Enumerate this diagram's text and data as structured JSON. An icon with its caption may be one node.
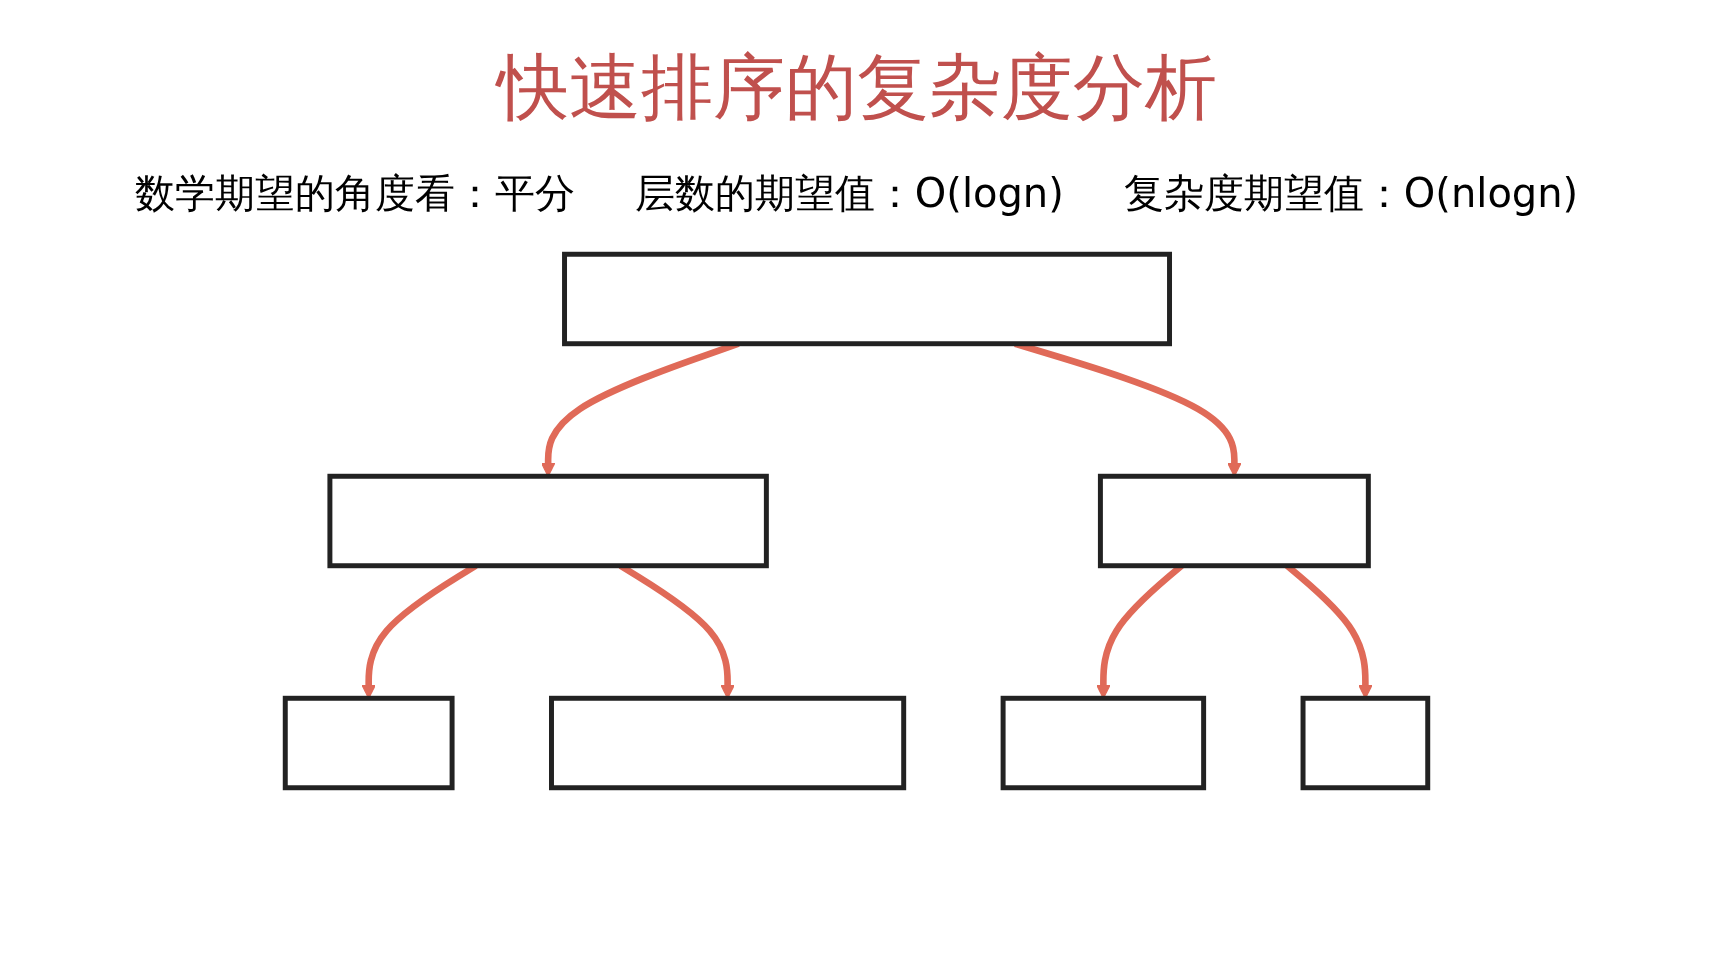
{
  "diagram": {
    "title": "快速排序的复杂度分析",
    "nodes": [
      {
        "text": [],
        "shape": "box"
      },
      {
        "text": [],
        "shape": "box"
      },
      {
        "text": [],
        "shape": "box"
      },
      {
        "text": [],
        "shape": "box"
      },
      {
        "text": [],
        "shape": "box"
      },
      {
        "text": [],
        "shape": "box"
      },
      {
        "text": [],
        "shape": "box"
      }
    ],
    "edges": [
      {
        "from": 0,
        "to": 1,
        "arrow": "to",
        "color": "#e06a58"
      },
      {
        "from": 0,
        "to": 2,
        "arrow": "to",
        "color": "#e06a58"
      },
      {
        "from": 1,
        "to": 3,
        "arrow": "to",
        "color": "#e06a58"
      },
      {
        "from": 1,
        "to": 4,
        "arrow": "to",
        "color": "#e06a58"
      },
      {
        "from": 2,
        "to": 5,
        "arrow": "to",
        "color": "#e06a58"
      },
      {
        "from": 2,
        "to": 6,
        "arrow": "to",
        "color": "#e06a58"
      }
    ],
    "labels": [
      "数学期望的角度看：平分",
      "层数的期望值：O(logn)",
      "复杂度期望值：O(nlogn)"
    ]
  }
}
